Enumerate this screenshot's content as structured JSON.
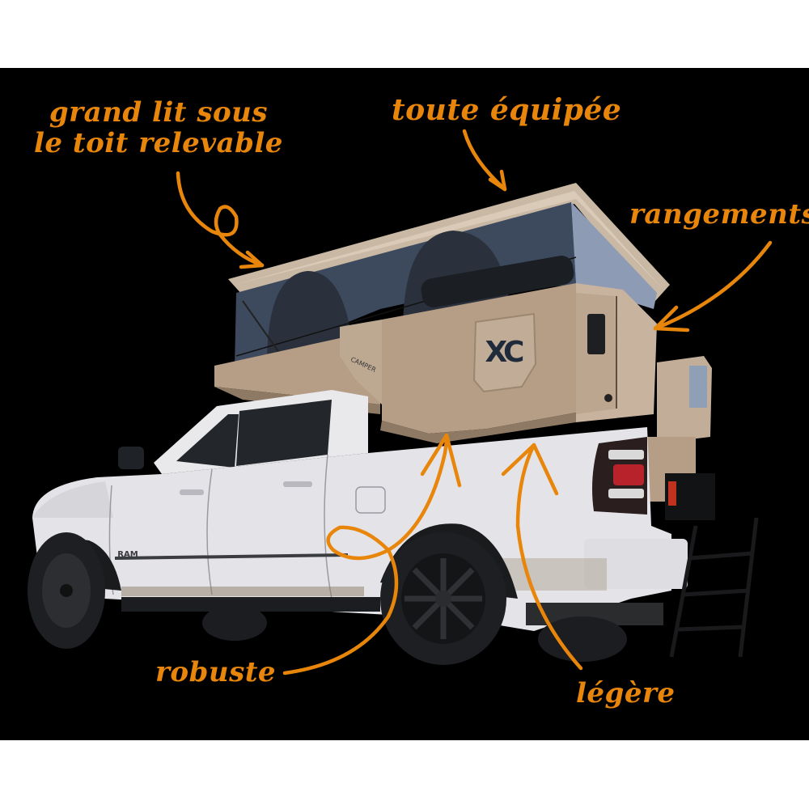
{
  "image": {
    "subject": "White pickup truck carrying a tan pop-top truck camper",
    "background_band_color": "#000000",
    "page_background_color": "#ffffff",
    "accent_color": "#e8860c"
  },
  "labels": {
    "bed_line1": "grand lit sous",
    "bed_line2": "le toit relevable",
    "equipped": "toute équipée",
    "storage": "rangements",
    "robust": "robuste",
    "light": "légère"
  },
  "truck": {
    "badge": "RAM",
    "color": "#e9e9ec"
  },
  "camper": {
    "logo": "XC",
    "logo_subtext": "CAMPER",
    "shell_color": "#b59d86",
    "tent_color": "#3d4a5e",
    "roof_color": "#c9b8a4"
  }
}
